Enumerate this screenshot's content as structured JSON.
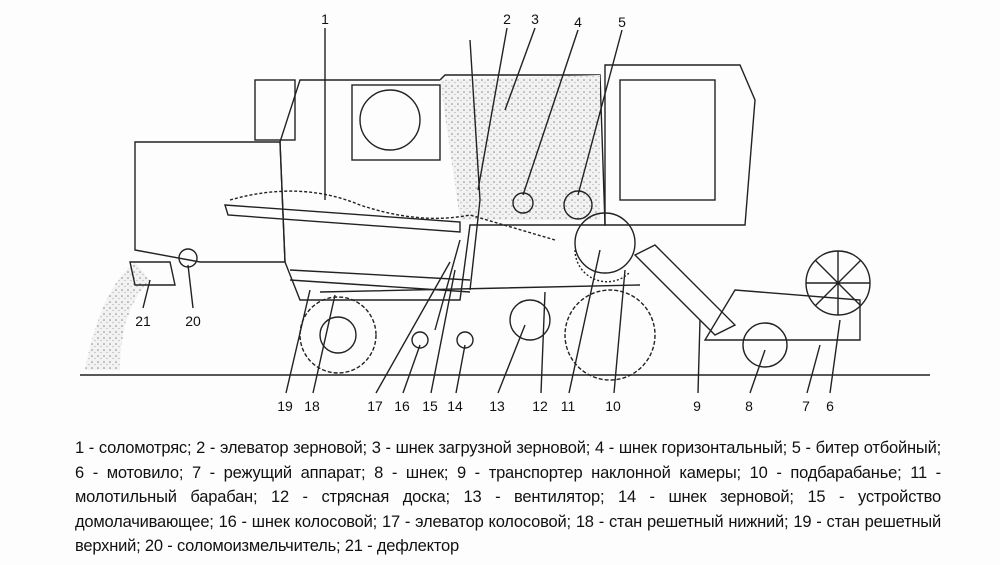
{
  "diagram": {
    "callouts": [
      {
        "n": "1"
      },
      {
        "n": "2"
      },
      {
        "n": "3"
      },
      {
        "n": "4"
      },
      {
        "n": "5"
      },
      {
        "n": "6"
      },
      {
        "n": "7"
      },
      {
        "n": "8"
      },
      {
        "n": "9"
      },
      {
        "n": "10"
      },
      {
        "n": "11"
      },
      {
        "n": "12"
      },
      {
        "n": "13"
      },
      {
        "n": "14"
      },
      {
        "n": "15"
      },
      {
        "n": "16"
      },
      {
        "n": "17"
      },
      {
        "n": "18"
      },
      {
        "n": "19"
      },
      {
        "n": "20"
      },
      {
        "n": "21"
      }
    ]
  },
  "legend": [
    "1 - соломотряс;",
    "2 - элеватор зерновой;",
    "3 - шнек загрузной зерновой;",
    "4 - шнек горизонтальный;",
    "5 - битер отбойный;",
    "6 - мотовило;",
    "7 - режущий аппарат;",
    "8 - шнек;",
    "9 - транспортер наклонной камеры;",
    "10 - подбарабанье;",
    "11 - молотильный барабан;",
    "12 - стрясная доска;",
    "13 - вентилятор;",
    "14 - шнек зерновой;",
    "15 - устройство домолачивающее;",
    "16 - шнек колосовой;",
    "17 - элеватор колосовой;",
    "18 - стан решетный нижний;",
    "19 - стан решетный верхний;",
    "20 - соломоизмельчитель;",
    "21 - дефлектор"
  ]
}
